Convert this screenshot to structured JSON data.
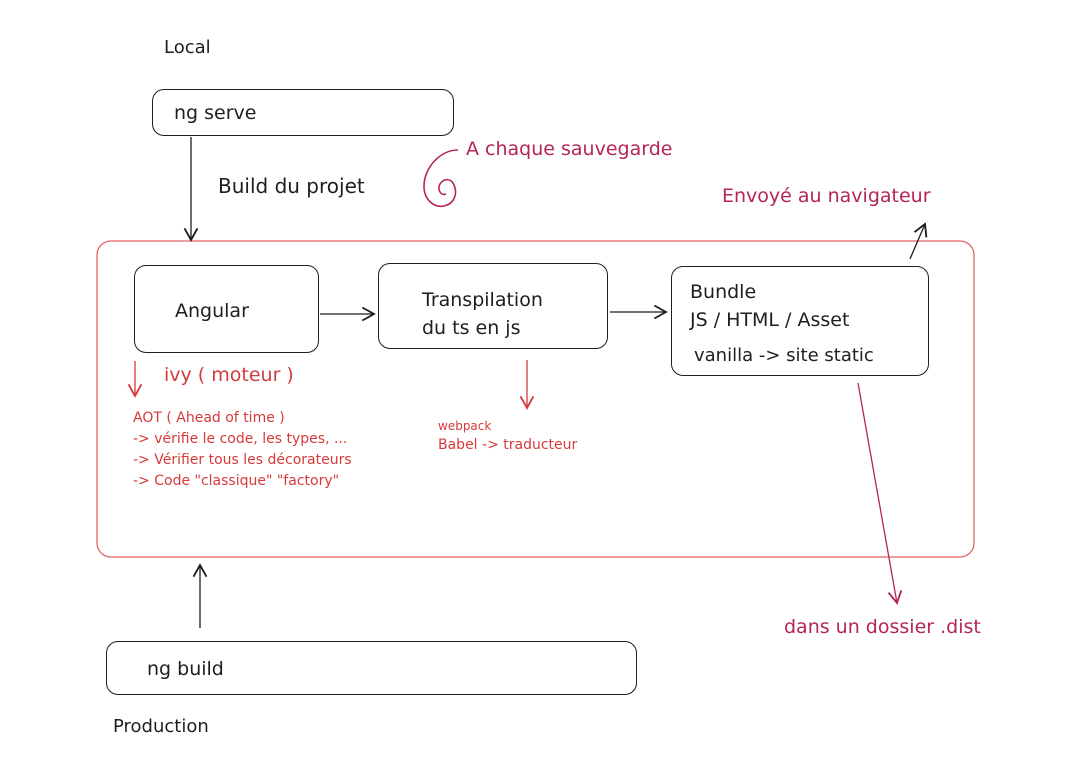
{
  "labels": {
    "local": "Local",
    "production": "Production",
    "build_du_projet": "Build du projet",
    "a_chaque_sauvegarde": "A chaque sauvegarde",
    "envoye_au_navigateur": "Envoyé au navigateur",
    "dans_un_dossier": "dans un dossier .dist"
  },
  "boxes": {
    "ng_serve": "ng serve",
    "ng_build": "ng build",
    "angular": "Angular",
    "transpilation_line1": "Transpilation",
    "transpilation_line2": "du ts en js",
    "bundle_line1": "Bundle",
    "bundle_line2": "JS / HTML / Asset",
    "bundle_line3": "vanilla -> site static"
  },
  "notes": {
    "ivy": "ivy ( moteur )",
    "aot_lines": [
      "AOT ( Ahead of time )",
      "-> vérifie le code, les types, ...",
      "-> Vérifier tous les décorateurs",
      "-> Code \"classique\" \"factory\""
    ],
    "webpack": "webpack",
    "babel": "Babel -> traducteur"
  },
  "colors": {
    "stroke": "#1e1e1e",
    "red": "#d63a3a",
    "magenta": "#b5245a",
    "frame": "#e06565"
  }
}
